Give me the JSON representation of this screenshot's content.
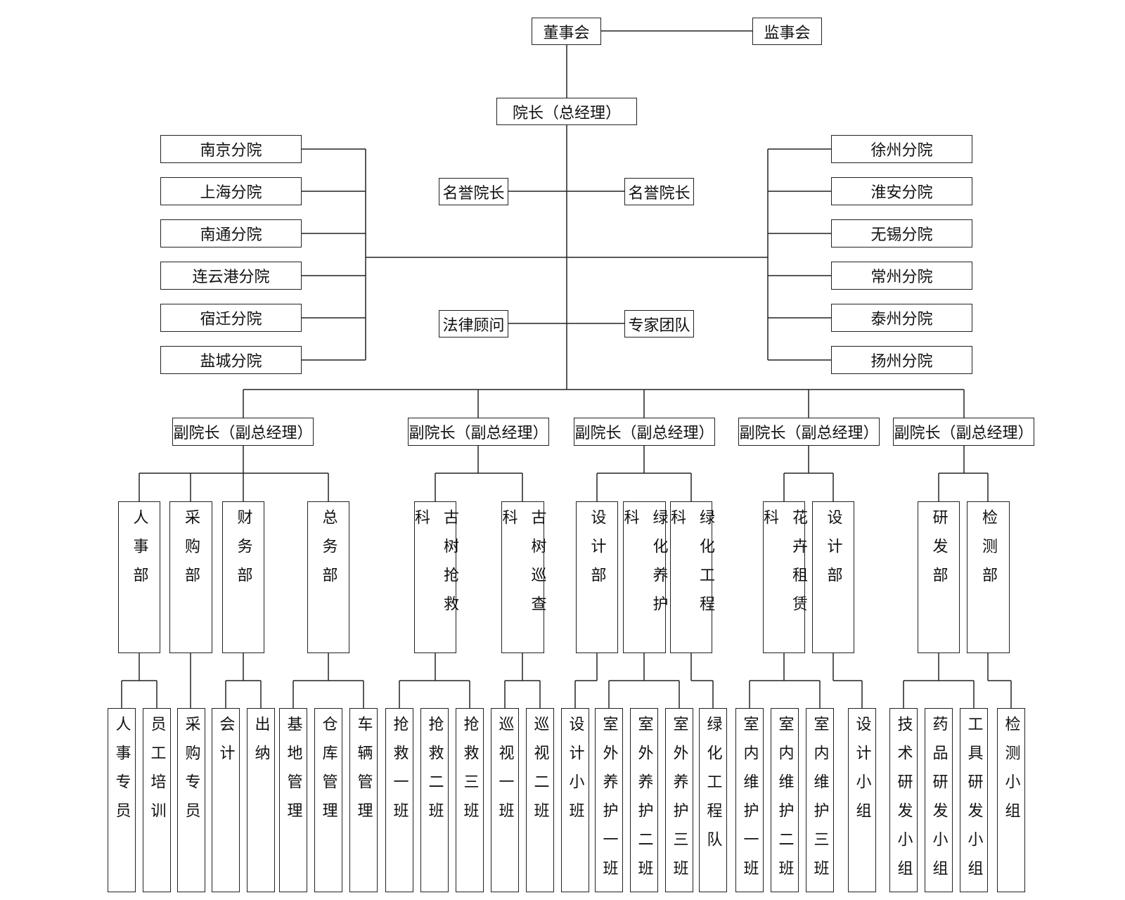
{
  "top": {
    "board": "董事会",
    "supervisors": "监事会",
    "president": "院长（总经理）"
  },
  "advisors": {
    "honorary_left": "名誉院长",
    "honorary_right": "名誉院长",
    "legal": "法律顾问",
    "experts": "专家团队"
  },
  "branches_left": [
    "南京分院",
    "上海分院",
    "南通分院",
    "连云港分院",
    "宿迁分院",
    "盐城分院"
  ],
  "branches_right": [
    "徐州分院",
    "淮安分院",
    "无锡分院",
    "常州分院",
    "泰州分院",
    "扬州分院"
  ],
  "vice_presidents": [
    {
      "title": "副院长（副总经理）",
      "departments": [
        {
          "name": "人事部",
          "units": [
            "人事专员",
            "员工培训"
          ]
        },
        {
          "name": "采购部",
          "units": [
            "采购专员"
          ]
        },
        {
          "name": "财务部",
          "units": [
            "会计",
            "出纳"
          ]
        },
        {
          "name": "总务部",
          "units": [
            "基地管理",
            "仓库管理",
            "车辆管理"
          ]
        }
      ]
    },
    {
      "title": "副院长（副总经理）",
      "departments": [
        {
          "name": "古树抢救科",
          "units": [
            "抢救一班",
            "抢救二班",
            "抢救三班"
          ]
        },
        {
          "name": "古树巡查科",
          "units": [
            "巡视一班",
            "巡视二班"
          ]
        }
      ]
    },
    {
      "title": "副院长（副总经理）",
      "departments": [
        {
          "name": "设计部",
          "units": [
            "设计小班"
          ]
        },
        {
          "name": "绿化养护科",
          "units": [
            "室外养护一班",
            "室外养护二班",
            "室外养护三班"
          ]
        },
        {
          "name": "绿化工程科",
          "units": [
            "绿化工程队"
          ]
        }
      ]
    },
    {
      "title": "副院长（副总经理）",
      "departments": [
        {
          "name": "花卉租赁科",
          "units": [
            "室内维护一班",
            "室内维护二班",
            "室内维护三班"
          ]
        },
        {
          "name": "设计部",
          "units": [
            "设计小组"
          ]
        }
      ]
    },
    {
      "title": "副院长（副总经理）",
      "departments": [
        {
          "name": "研发部",
          "units": [
            "技术研发小组",
            "药品研发小组",
            "工具研发小组"
          ]
        },
        {
          "name": "检测部",
          "units": [
            "检测小组"
          ]
        }
      ]
    }
  ]
}
